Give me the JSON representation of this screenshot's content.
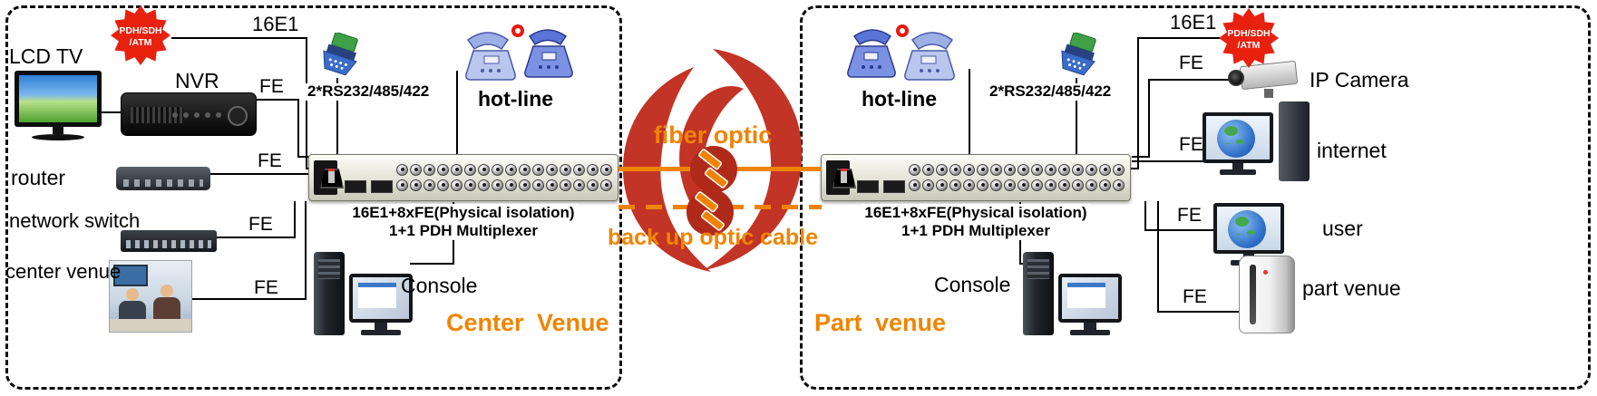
{
  "colors": {
    "accent_orange": "#F08400",
    "logo_red": "#C23425",
    "badge_red": "#E8210F"
  },
  "left_venue": {
    "title": "Center Venue",
    "badge_line1": "PDH/SDH",
    "badge_line2": "/ATM",
    "e1_label": "16E1",
    "fe": [
      "FE",
      "FE",
      "FE",
      "FE"
    ],
    "lcd_tv_label": "LCD TV",
    "nvr_label": "NVR",
    "router_label": "router",
    "switch_label": "network switch",
    "venue_label": "center venue",
    "rs232_label": "2*RS232/485/422",
    "hotline_label": "hot-line",
    "console_label": "Console",
    "mux": {
      "line1": "16E1+8xFE(Physical isolation)",
      "line2": "1+1 PDH Multiplexer"
    }
  },
  "center": {
    "fiber_label": "fiber optic",
    "backup_label": "back up optic cable"
  },
  "right_venue": {
    "title": "Part venue",
    "badge_line1": "PDH/SDH",
    "badge_line2": "/ATM",
    "e1_label": "16E1",
    "fe": [
      "FE",
      "FE",
      "FE",
      "FE"
    ],
    "camera_label": "IP Camera",
    "internet_label": "internet",
    "user_label": "user",
    "venue_label": "part venue",
    "rs232_label": "2*RS232/485/422",
    "hotline_label": "hot-line",
    "console_label": "Console",
    "mux": {
      "line1": "16E1+8xFE(Physical isolation)",
      "line2": "1+1 PDH Multiplexer"
    }
  }
}
